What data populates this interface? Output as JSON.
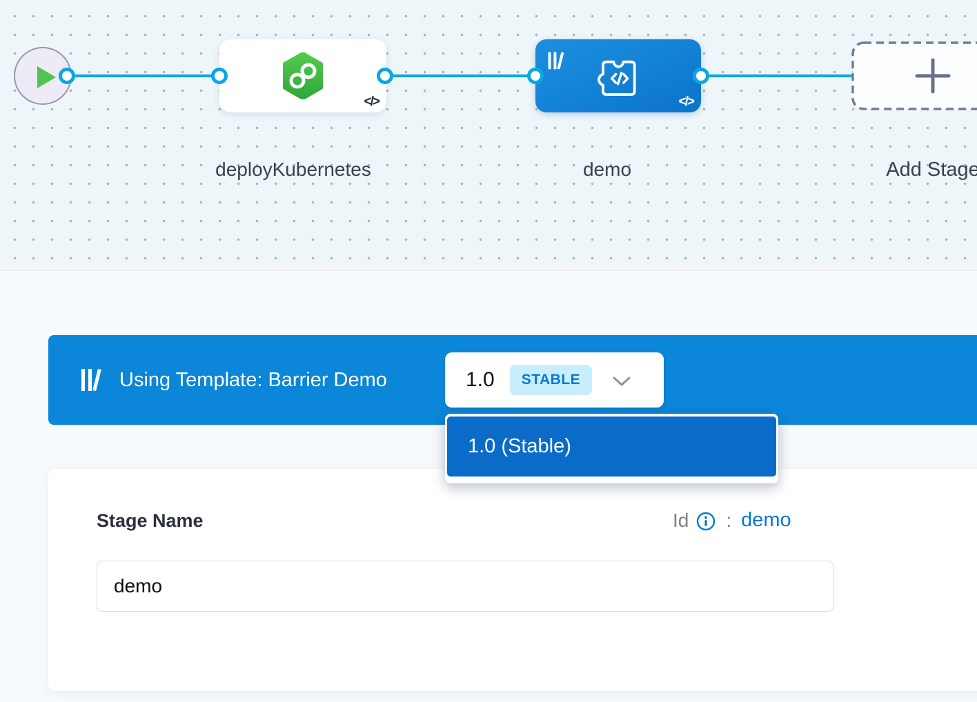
{
  "canvas": {
    "code_glyph": "</>",
    "stages": [
      {
        "label": "deployKubernetes"
      },
      {
        "label": "demo"
      },
      {
        "label": "Add Stage"
      }
    ]
  },
  "banner": {
    "title": "Using Template: Barrier Demo",
    "version": "1.0",
    "version_badge": "STABLE",
    "dropdown_items": [
      "1.0 (Stable)"
    ]
  },
  "form": {
    "stage_name_label": "Stage Name",
    "stage_name_value": "demo",
    "id_label": "Id",
    "id_separator": ":",
    "id_value": "demo"
  },
  "colors": {
    "edge_blue": "#0ba7e4",
    "banner_blue": "#0b86d8",
    "dropdown_blue": "#0a6cc8",
    "badge_bg": "#c9eefb",
    "link_blue": "#0278d5",
    "play_green": "#53c24f",
    "hexagon_green": "#45bc47"
  }
}
